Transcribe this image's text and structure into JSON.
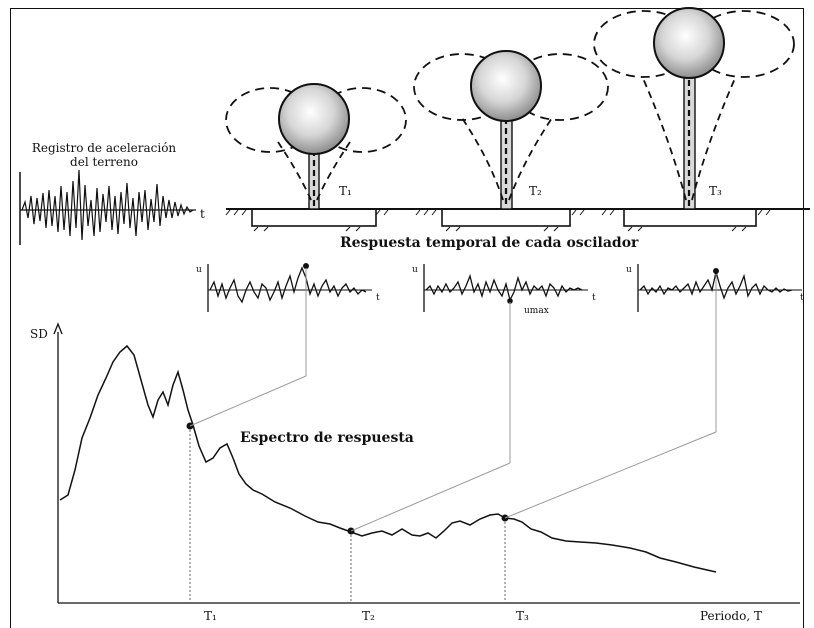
{
  "ground_record": {
    "label_line1": "Registro de aceleración",
    "label_line2": "del terreno",
    "time_axis": "t"
  },
  "oscillators": [
    {
      "period_label": "T₁"
    },
    {
      "period_label": "T₂"
    },
    {
      "period_label": "T₃"
    }
  ],
  "temporal_response": {
    "title": "Respuesta temporal de cada oscilador",
    "u_axis": "u",
    "t_axis": "t",
    "umax_label": "umax"
  },
  "spectrum": {
    "curve_label": "Espectro de respuesta",
    "y_axis_label": "SD",
    "x_axis_label": "Periodo, T",
    "period_ticks": [
      "T₁",
      "T₂",
      "T₃"
    ]
  }
}
